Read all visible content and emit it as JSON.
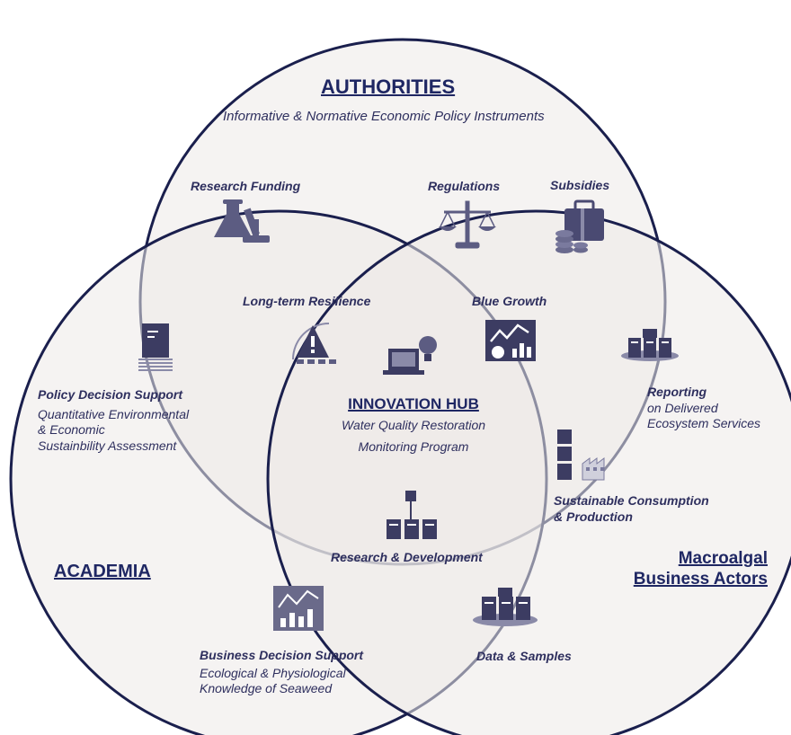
{
  "circles": {
    "authorities": {
      "title": "AUTHORITIES",
      "subtitle": "Informative & Normative Economic Policy Instruments"
    },
    "academia": {
      "title": "ACADEMIA"
    },
    "business": {
      "title_line1": "Macroalgal",
      "title_line2": "Business Actors"
    }
  },
  "hub": {
    "title": "INNOVATION HUB",
    "line1": "Water Quality Restoration",
    "line2": "Monitoring Program"
  },
  "items": {
    "research_funding": "Research Funding",
    "regulations": "Regulations",
    "subsidies": "Subsidies",
    "long_term_resilience": "Long-term Resilience",
    "blue_growth": "Blue Growth",
    "policy_decision_support": {
      "title": "Policy Decision Support",
      "line1": "Quantitative Environmental",
      "line2": "& Economic",
      "line3": "Sustainbility Assessment"
    },
    "reporting": {
      "title": "Reporting",
      "line1": "on Delivered",
      "line2": "Ecosystem Services"
    },
    "sustainable_consumption": {
      "line1": "Sustainable Consumption",
      "line2": "& Production"
    },
    "research_development": "Research & Development",
    "business_decision_support": {
      "title": "Business Decision Support",
      "line1": "Ecological & Physiological",
      "line2": "Knowledge of Seaweed"
    },
    "data_samples": "Data & Samples"
  },
  "colors": {
    "circle_stroke": "#1a1f4d",
    "circle_fill": "#eceae8",
    "icon": "#50507a",
    "title": "#1f2763"
  }
}
